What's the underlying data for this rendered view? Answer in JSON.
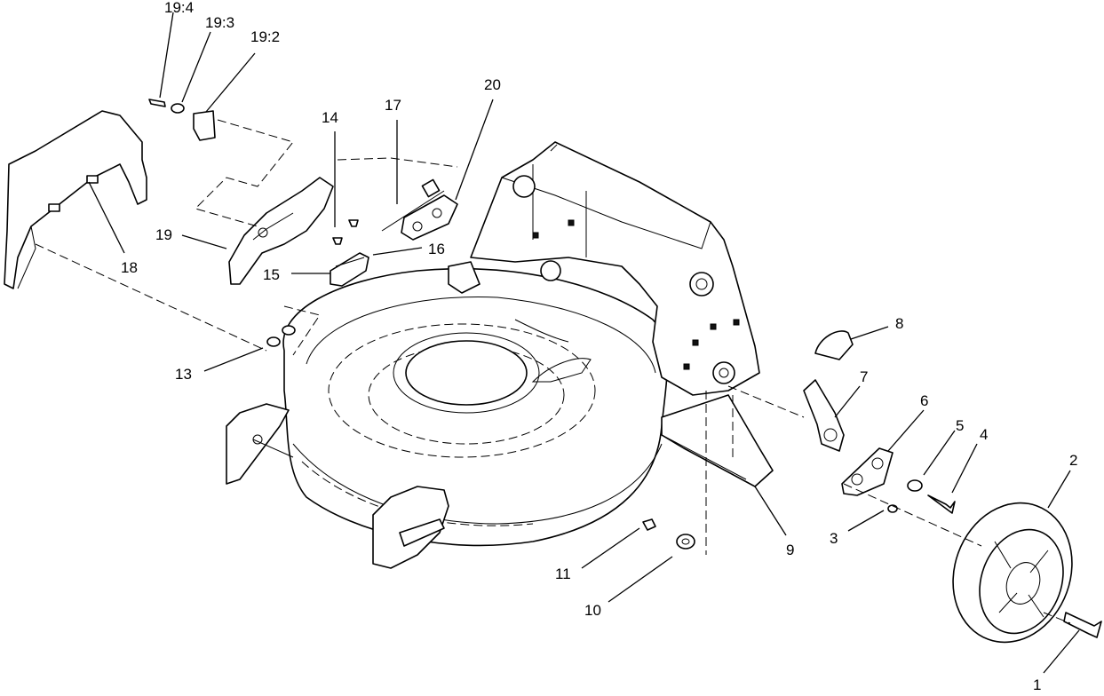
{
  "callouts": [
    {
      "id": "c1",
      "label": "1"
    },
    {
      "id": "c2",
      "label": "2"
    },
    {
      "id": "c3",
      "label": "3"
    },
    {
      "id": "c4",
      "label": "4"
    },
    {
      "id": "c5",
      "label": "5"
    },
    {
      "id": "c6",
      "label": "6"
    },
    {
      "id": "c7",
      "label": "7"
    },
    {
      "id": "c8",
      "label": "8"
    },
    {
      "id": "c9",
      "label": "9"
    },
    {
      "id": "c10",
      "label": "10"
    },
    {
      "id": "c11",
      "label": "11"
    },
    {
      "id": "c13",
      "label": "13"
    },
    {
      "id": "c14",
      "label": "14"
    },
    {
      "id": "c15",
      "label": "15"
    },
    {
      "id": "c16",
      "label": "16"
    },
    {
      "id": "c17",
      "label": "17"
    },
    {
      "id": "c18",
      "label": "18"
    },
    {
      "id": "c19",
      "label": "19"
    },
    {
      "id": "c19_2",
      "label": "19:2"
    },
    {
      "id": "c19_3",
      "label": "19:3"
    },
    {
      "id": "c19_4",
      "label": "19:4"
    },
    {
      "id": "c20",
      "label": "20"
    }
  ]
}
